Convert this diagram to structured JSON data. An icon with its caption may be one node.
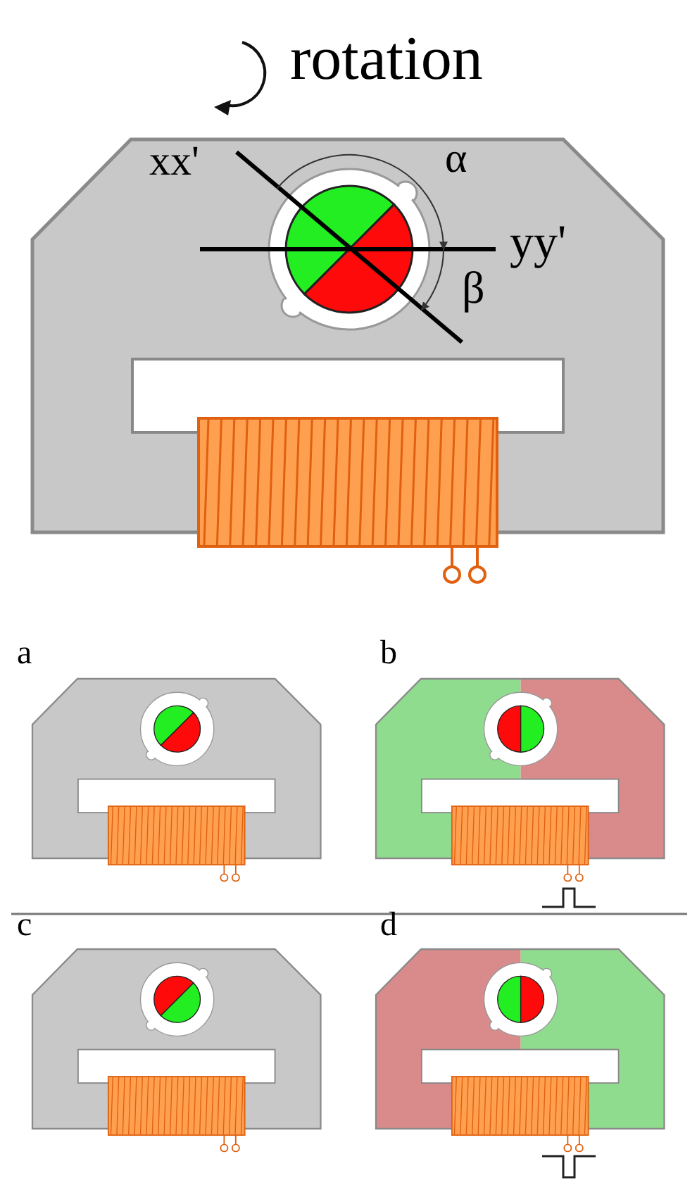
{
  "diagram": {
    "labels": [
      "rotation",
      "xx'",
      "α",
      "yy'",
      "β",
      "a",
      "b",
      "c",
      "d"
    ]
  }
}
